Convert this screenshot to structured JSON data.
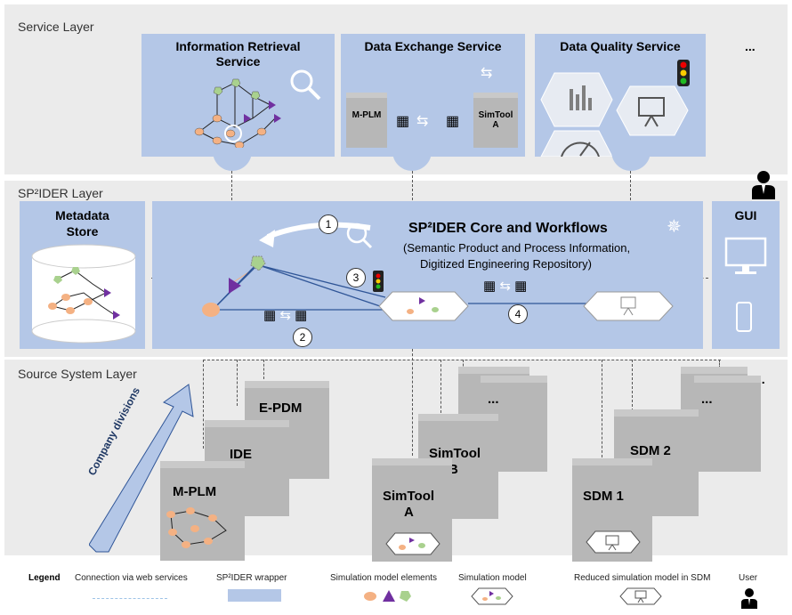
{
  "layers": {
    "service": "Service Layer",
    "spider": "SP²IDER Layer",
    "source": "Source System Layer"
  },
  "services": {
    "info_retrieval": {
      "title_line1": "Information Retrieval",
      "title_line2": "Service"
    },
    "data_exchange": {
      "title": "Data Exchange Service",
      "mplm_label": "M-PLM",
      "simtool_label_line1": "SimTool",
      "simtool_label_line2": "A"
    },
    "data_quality": {
      "title": "Data Quality Service"
    },
    "ellipsis": "..."
  },
  "spider_layer": {
    "metadata_store_line1": "Metadata",
    "metadata_store_line2": "Store",
    "core_title": "SP²IDER Core and Workflows",
    "core_subtitle_line1": "(Semantic Product and Process Information,",
    "core_subtitle_line2": "Digitized Engineering Repository)",
    "gui": "GUI",
    "steps": [
      "1",
      "2",
      "3",
      "4"
    ]
  },
  "source_layer": {
    "company_divisions": "Company divisions",
    "epdm": "E-PDM",
    "ide": "IDE",
    "mplm": "M-PLM",
    "simtool_b_line1": "SimTool",
    "simtool_b_line2": "B",
    "simtool_a_line1": "SimTool",
    "simtool_a_line2": "A",
    "sdm2": "SDM 2",
    "sdm1": "SDM 1",
    "ellipsis_mid": "...",
    "ellipsis_right": "...",
    "ellipsis_far": "..."
  },
  "legend": {
    "title": "Legend",
    "connection": "Connection via web services",
    "wrapper": "SP²IDER wrapper",
    "elements": "Simulation model elements",
    "model": "Simulation model",
    "reduced": "Reduced simulation model in SDM",
    "user": "User"
  },
  "colors": {
    "band": "#ebebeb",
    "service_blue": "#b4c7e7",
    "tool_gray": "#b7b7b7",
    "orange": "#f4b183",
    "purple": "#7030a0",
    "green": "#a9d18e"
  }
}
